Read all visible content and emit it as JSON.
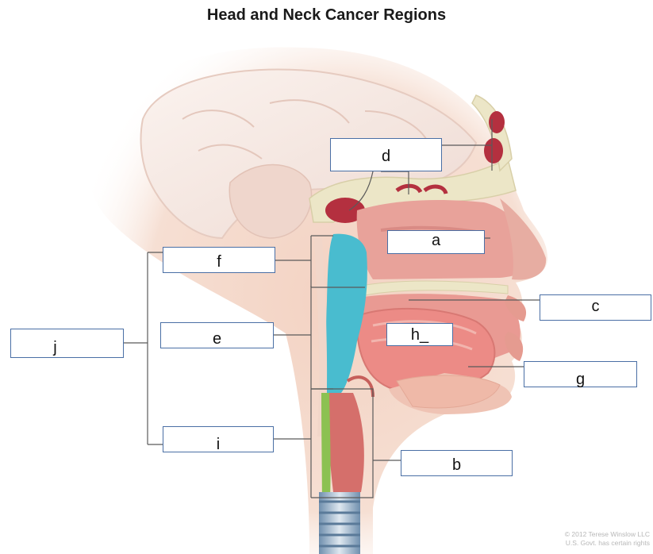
{
  "title": "Head and Neck Cancer Regions",
  "labels": {
    "a": "a",
    "b": "b",
    "c": "c",
    "d": "d",
    "e": "e",
    "f": "f",
    "g": "g",
    "h": "h_",
    "i": "i",
    "j": "j"
  },
  "credit": {
    "line1": "© 2012 Terese Winslow LLC",
    "line2": "U.S. Govt. has certain rights"
  },
  "colors": {
    "skin": "#f2cdbb",
    "brain": "#efe2dc",
    "tissue": "#e58f8f",
    "airway": "#49bccf",
    "bone": "#ece6c7",
    "sinus": "#b4303f",
    "esophagus": "#8cc152",
    "trachea": "#7d9cba",
    "line": "#5a5a5a",
    "box_border": "#4a6fa5"
  }
}
